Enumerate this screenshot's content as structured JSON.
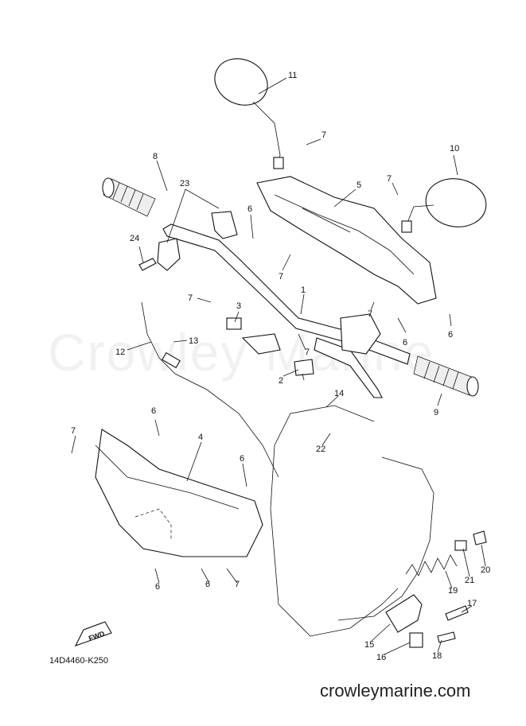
{
  "diagram": {
    "code": "14D4460-K250",
    "watermark": "Crowley Marine",
    "site": "crowleymarine.com",
    "fwd_label": "FWD",
    "callouts": {
      "c11": "11",
      "c7a": "7",
      "c10": "10",
      "c8": "8",
      "c23": "23",
      "c5": "5",
      "c7b": "7",
      "c6a": "6",
      "c24": "24",
      "c7c": "7",
      "c1": "1",
      "c7d": "7",
      "c3": "3",
      "c7e": "7",
      "c6b": "6",
      "c6c": "6",
      "c13": "13",
      "c12": "12",
      "c7f": "7",
      "c2": "2",
      "c9": "9",
      "c14": "14",
      "c22": "22",
      "c6d": "6",
      "c7g": "7",
      "c4": "4",
      "c6e": "6",
      "c6f": "6",
      "c6g": "6",
      "c7h": "7",
      "c21": "21",
      "c20": "20",
      "c19": "19",
      "c17": "17",
      "c15": "15",
      "c18": "18",
      "c16": "16"
    }
  }
}
